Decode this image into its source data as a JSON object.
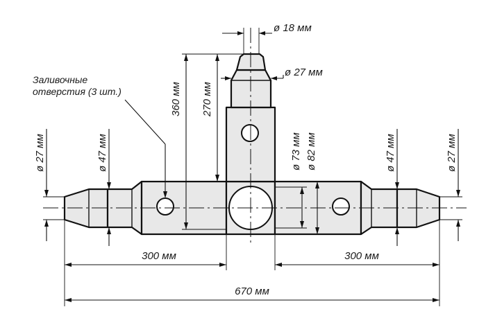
{
  "drawing": {
    "labels": {
      "top_d18": "ø 18 мм",
      "top_d27": "ø 27 мм",
      "h360": "360 мм",
      "h270": "270 мм",
      "fill_holes_line1": "Заливочные",
      "fill_holes_line2": "отверстия (3 шт.)",
      "left_d27": "ø 27 мм",
      "left_d47": "ø 47 мм",
      "d73": "ø 73 мм",
      "d82": "ø 82 мм",
      "right_d47": "ø 47 мм",
      "right_d27": "ø 27 мм",
      "len_left": "300 мм",
      "len_right": "300 мм",
      "len_total": "670 мм"
    }
  }
}
